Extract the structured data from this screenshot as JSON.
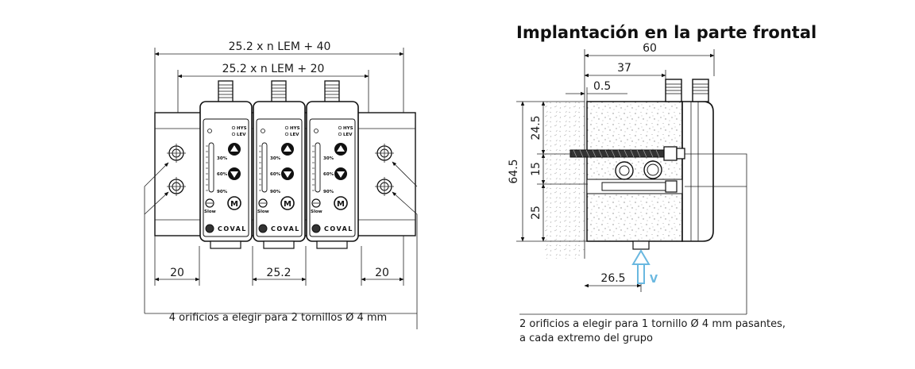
{
  "front_view": {
    "dim_overall": "25.2 x n LEM + 40",
    "dim_modules": "25.2 x n LEM + 20",
    "dim_left_margin": "20",
    "dim_pitch": "25.2",
    "dim_right_margin": "20",
    "note_holes": "4 orificios a elegir para 2 tornillos Ø 4 mm",
    "module_labels": {
      "hys": "HYS",
      "lev": "LEV",
      "p30": "30%",
      "p60": "60%",
      "p90": "90%",
      "slow": "Slow",
      "m": "M",
      "brand": "COVAL"
    }
  },
  "side_view": {
    "title": "Implantación en la parte frontal",
    "dim_width": "60",
    "dim_37": "37",
    "dim_05": "0.5",
    "dim_height": "64.5",
    "dim_245": "24.5",
    "dim_15": "15",
    "dim_25": "25",
    "dim_265": "26.5",
    "flow_label": "V",
    "note_line1": "2 orificios a elegir para 1 tornillo Ø 4 mm pasantes,",
    "note_line2": "a cada extremo del grupo"
  },
  "colors": {
    "line": "#111111",
    "flow_arrow": "#6ab8e0",
    "wall_texture": "#9a9a9a"
  }
}
